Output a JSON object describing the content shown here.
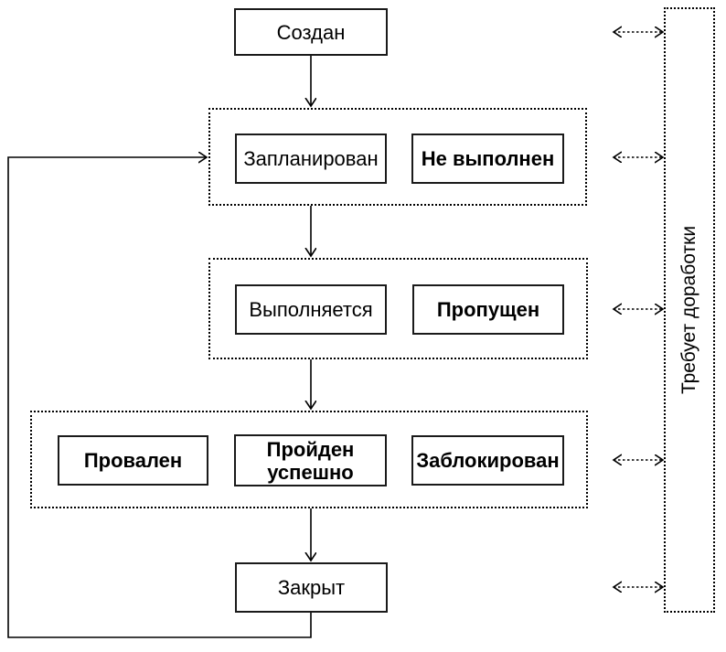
{
  "colors": {
    "background": "#ffffff",
    "line": "#000000",
    "box_border": "#1a1a1a",
    "text": "#000000"
  },
  "nodes": {
    "created": {
      "label": "Создан"
    },
    "planned": {
      "label": "Запланирован"
    },
    "not_executed": {
      "label": "Не выполнен"
    },
    "running": {
      "label": "Выполняется"
    },
    "skipped": {
      "label": "Пропущен"
    },
    "failed": {
      "label": "Провален"
    },
    "passed": {
      "label": "Пройден успешно"
    },
    "blocked": {
      "label": "Заблокирован"
    },
    "closed": {
      "label": "Закрыт"
    }
  },
  "side_panel": {
    "label": "Требует доработки"
  }
}
